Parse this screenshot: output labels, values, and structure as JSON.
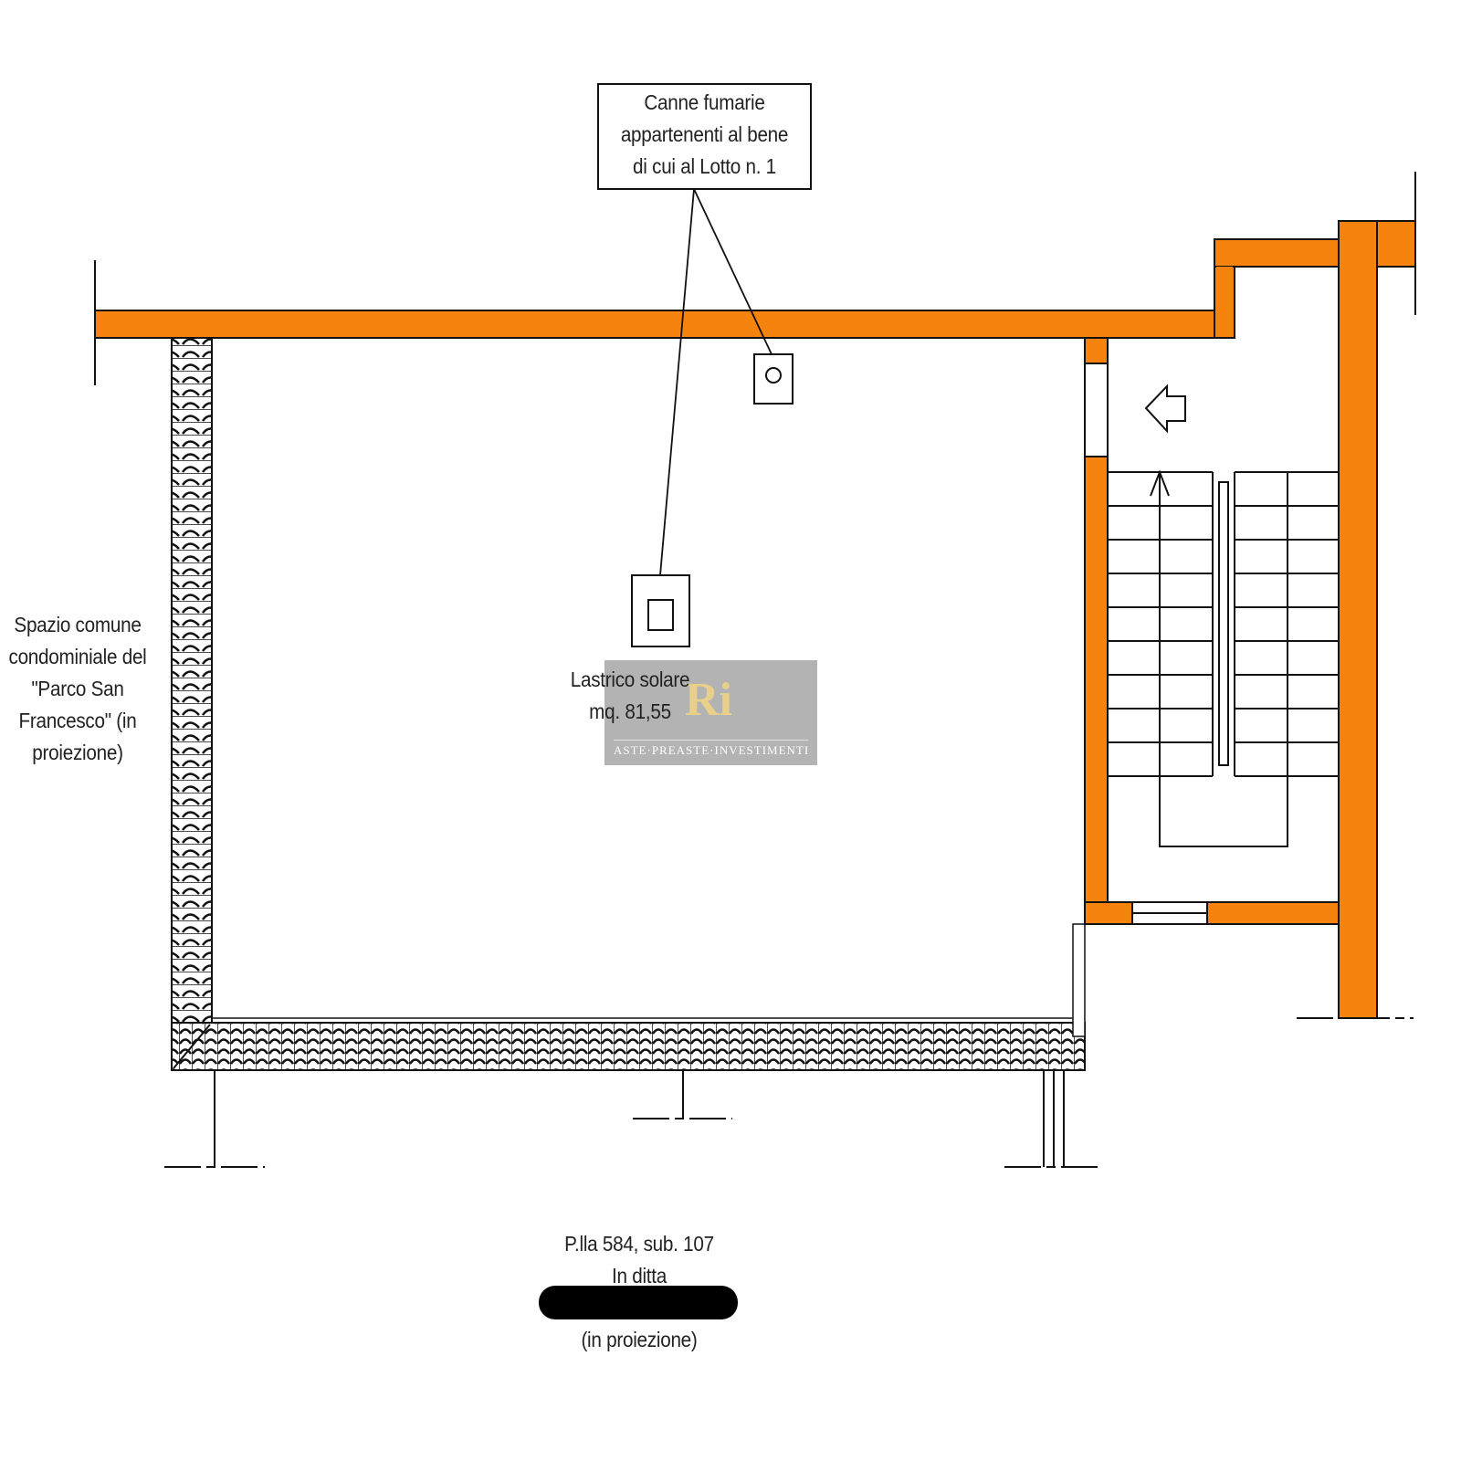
{
  "colors": {
    "wall": "#f7830f",
    "line": "#111111",
    "watermark_gold": "#e8cf8a"
  },
  "callout": {
    "lines": [
      "Canne fumarie",
      "appartenenti al bene",
      "di cui al Lotto n. 1"
    ]
  },
  "room": {
    "name": "Lastrico solare",
    "area": "mq. 81,55"
  },
  "side_label": {
    "lines": [
      "Spazio comune",
      "condominiale del",
      "\"Parco San",
      "Francesco\" (in",
      "proiezione)"
    ]
  },
  "bottom_label": {
    "lines": [
      "P.lla 584, sub. 107",
      "In ditta",
      "(in proiezione)"
    ]
  },
  "watermark": {
    "logo": "Ri",
    "text": "ASTE·PREASTE·INVESTIMENTI"
  }
}
